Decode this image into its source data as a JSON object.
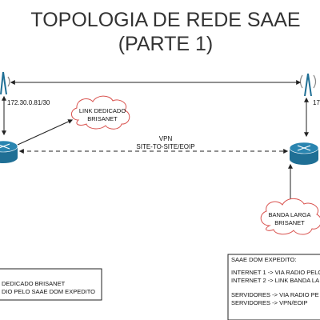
{
  "title": {
    "line1": "TOPOLOGIA DE REDE SAAE",
    "line2": "(PARTE 1)"
  },
  "links": {
    "left_ip": "172.30.0.81/30",
    "right_ip_partial": "17",
    "vpn_line1": "VPN",
    "vpn_line2": "SITE-TO-SITE/EOIP"
  },
  "clouds": {
    "dedicated_line1": "LINK DEDICADO",
    "dedicated_line2": "BRISANET",
    "broadband_line1": "BANDA LARGA",
    "broadband_line2": "BRISANET"
  },
  "left_box": {
    "line1": "DEDICADO BRISANET",
    "line2": "DIO PELO SAAE DOM EXPEDITO"
  },
  "right_box": {
    "heading": "SAAE DOM EXPEDITO:",
    "lines": [
      "INTERNET 1 -> VIA RADIO PELO",
      "INTERNET 2 -> LINK BANDA LA",
      "SERVIDORES -> VIA RADIO PE",
      "SERVIDORES -> VPN/EOIP"
    ]
  },
  "colors": {
    "router": "#1f6f95",
    "antenna": "#1f6f95",
    "cloud_stroke": "#d9534f",
    "line": "#222222"
  },
  "icons": {
    "antenna": "radio-tower-icon",
    "router": "router-icon",
    "cloud": "cloud-icon"
  }
}
